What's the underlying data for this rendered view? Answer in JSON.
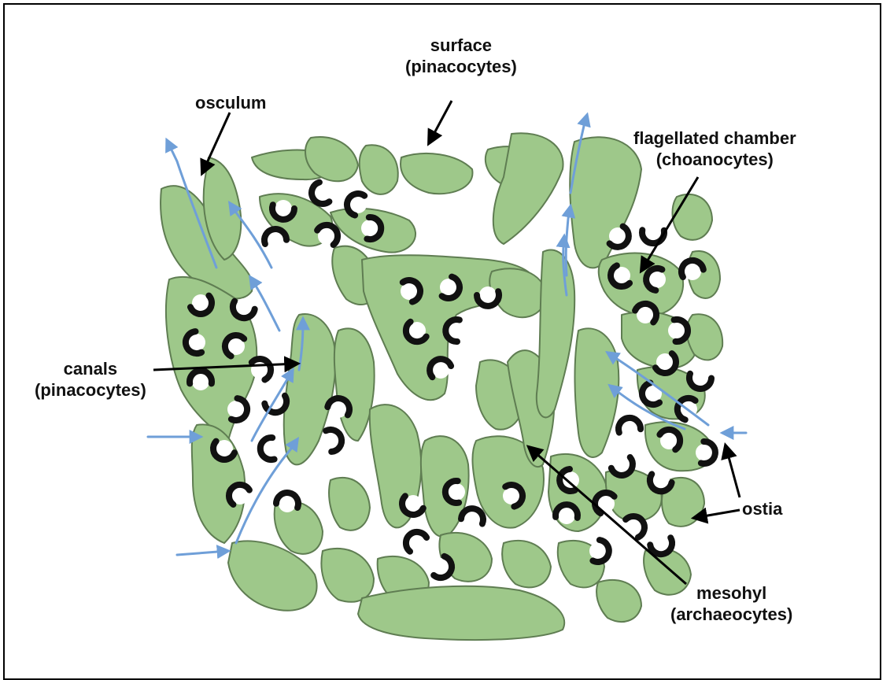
{
  "colors": {
    "tissue": "#9ec88a",
    "tissue_outline": "#5f7d52",
    "choanocyte": "#111111",
    "water_flow": "#6f9fd8",
    "pointer": "#000000"
  },
  "labels": {
    "surface": {
      "line1": "surface",
      "line2": "(pinacocytes)"
    },
    "osculum": {
      "line1": "osculum"
    },
    "flagellated_chamber": {
      "line1": "flagellated chamber",
      "line2": "(choanocytes)"
    },
    "canals": {
      "line1": "canals",
      "line2": "(pinacocytes)"
    },
    "ostia": {
      "line1": "ostia"
    },
    "mesohyl": {
      "line1": "mesohyl",
      "line2": "(archaeocytes)"
    }
  }
}
